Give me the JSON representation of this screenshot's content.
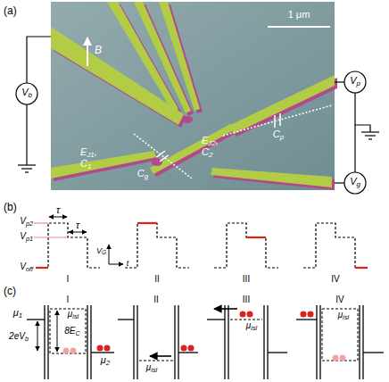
{
  "diagram": {
    "labels": [
      "(a)",
      "1 μm",
      "B",
      "EJ2, C2",
      "Cp",
      "EJ1, C1",
      "Cg",
      "Vb",
      "Vp",
      "Vg",
      "(b)",
      "τ",
      "τ",
      "Vp2",
      "Vp1",
      "Voff",
      "VG",
      "t",
      "I",
      "II",
      "III",
      "IV",
      "(c)",
      "I",
      "II",
      "III",
      "IV",
      "μ1",
      "2eVb",
      "8EC",
      "μisl",
      "μ2",
      "μisl",
      "μisl",
      "μisl"
    ]
  }
}
